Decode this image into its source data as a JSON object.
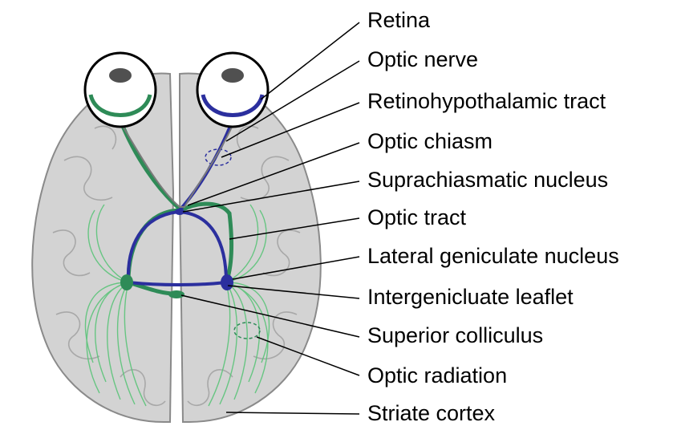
{
  "labels": [
    "Retina",
    "Optic nerve",
    "Retinohypothalamic tract",
    "Optic chiasm",
    "Suprachiasmatic nucleus",
    "Optic tract",
    "Lateral geniculate nucleus",
    "Intergenicluate leaflet",
    "Superior colliculus",
    "Optic radiation",
    "Striate cortex"
  ],
  "colors": {
    "brain_fill": "#d3d3d3",
    "brain_stroke": "#8a8a8a",
    "green_pathway": "#2e8b57",
    "blue_pathway": "#2b2f9e",
    "radiation": "#5cc47a",
    "eye_pupil": "#505050"
  }
}
